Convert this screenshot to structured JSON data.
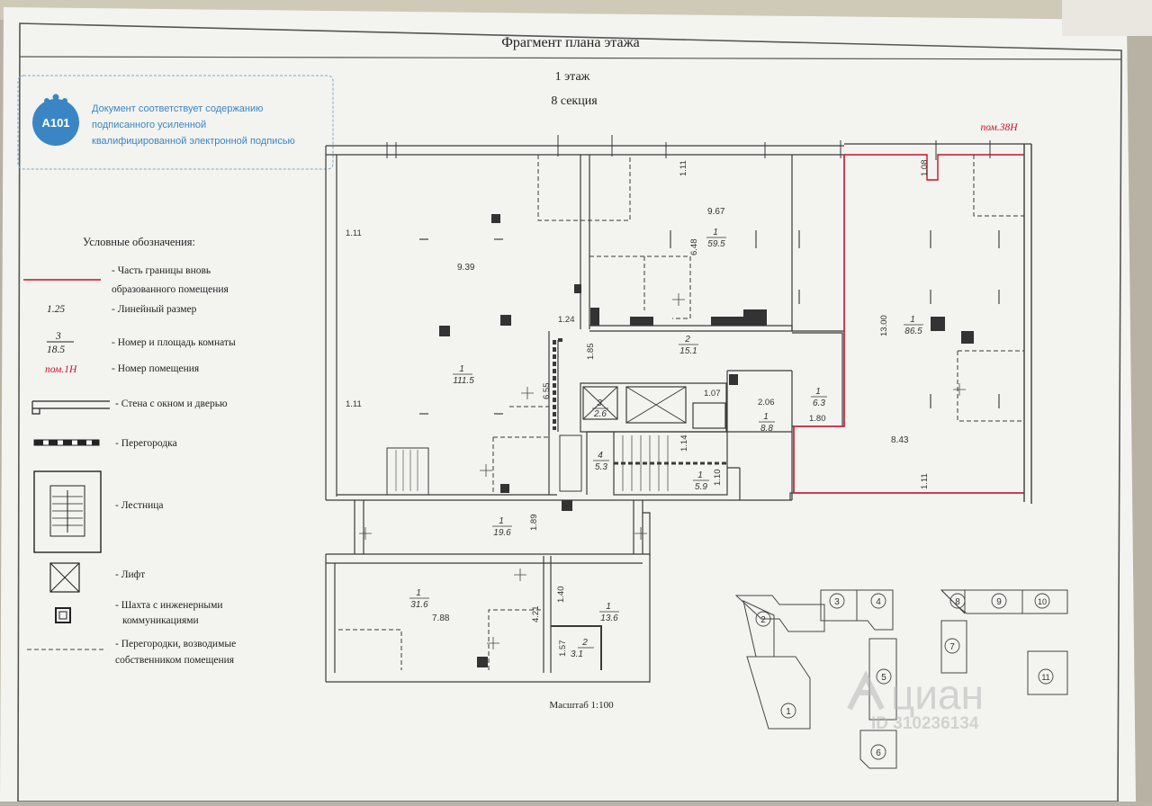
{
  "header": {
    "title": "Фрагмент плана этажа",
    "floor": "1 этаж",
    "section": "8 секция"
  },
  "stamp": {
    "logo_text": "A101",
    "line1": "Документ соответствует содержанию",
    "line2": "подписанного усиленной",
    "line3": "квалифицированной электронной подписью"
  },
  "legend": {
    "title": "Условные обозначения:",
    "items": [
      {
        "symbol": "red-line",
        "text1": "- Часть границы вновь",
        "text2": "образованного помещения"
      },
      {
        "symbol": "1.25",
        "text1": "- Линейный размер",
        "text2": ""
      },
      {
        "symbol_num": "3",
        "symbol_den": "18.5",
        "text1": "- Номер и площадь комнаты",
        "text2": ""
      },
      {
        "symbol": "пом.1Н",
        "text1": "- Номер помещения",
        "text2": ""
      },
      {
        "symbol": "wall",
        "text1": "- Стена с окном и дверью",
        "text2": ""
      },
      {
        "symbol": "partition",
        "text1": "- Перегородка",
        "text2": ""
      },
      {
        "symbol": "stair",
        "text1": "- Лестница",
        "text2": ""
      },
      {
        "symbol": "lift",
        "text1": "- Лифт",
        "text2": ""
      },
      {
        "symbol": "shaft",
        "text1": "- Шахта с инженерными",
        "text2": "коммуникациями"
      },
      {
        "symbol": "dashed",
        "text1": "- Перегородки, возводимые",
        "text2": "собственником помещения"
      }
    ]
  },
  "premise_label": "пом.38Н",
  "dimensions": [
    "1.11",
    "9.39",
    "1.11",
    "1.11",
    "9.67",
    "6.48",
    "1.08",
    "13.00",
    "8.43",
    "1.11",
    "1.24",
    "6.55",
    "1.85",
    "1.07",
    "2.06",
    "1.80",
    "1.14",
    "1.10",
    "1.89",
    "7.88",
    "1.40",
    "4.21",
    "1.57"
  ],
  "rooms": [
    {
      "num": "1",
      "area": "111.5"
    },
    {
      "num": "1",
      "area": "59.5"
    },
    {
      "num": "1",
      "area": "86.5"
    },
    {
      "num": "2",
      "area": "15.1"
    },
    {
      "num": "3",
      "area": "2.6"
    },
    {
      "num": "1",
      "area": "6.3"
    },
    {
      "num": "1",
      "area": "8.8"
    },
    {
      "num": "4",
      "area": "5.3"
    },
    {
      "num": "1",
      "area": "5.9"
    },
    {
      "num": "1",
      "area": "19.6"
    },
    {
      "num": "1",
      "area": "31.6"
    },
    {
      "num": "1",
      "area": "13.6"
    },
    {
      "num": "2",
      "area": "3.1"
    }
  ],
  "scale": "Масштаб 1:100",
  "key_plan_sections": [
    "1",
    "2",
    "3",
    "4",
    "5",
    "6",
    "7",
    "8",
    "9",
    "10",
    "11"
  ],
  "watermark": {
    "brand": "циан",
    "id": "ID 310236134"
  },
  "colors": {
    "paper": "#f4f4f1",
    "boundary": "#c8102e",
    "stamp": "#3a86c4",
    "line": "#3a3a3a"
  }
}
